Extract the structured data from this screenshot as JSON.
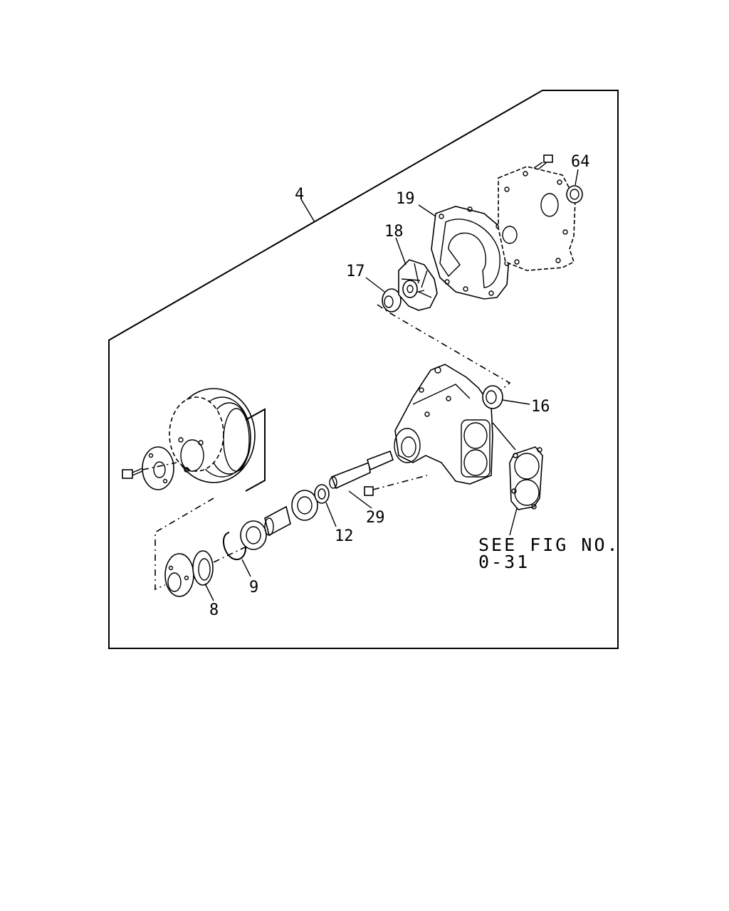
{
  "callouts": {
    "c4": "4",
    "c64": "64",
    "c19": "19",
    "c18": "18",
    "c17": "17",
    "c16": "16",
    "c29": "29",
    "c12": "12",
    "c9": "9",
    "c8": "8"
  },
  "reference_note": {
    "line1": "SEE FIG NO.",
    "line2": "0-31"
  }
}
